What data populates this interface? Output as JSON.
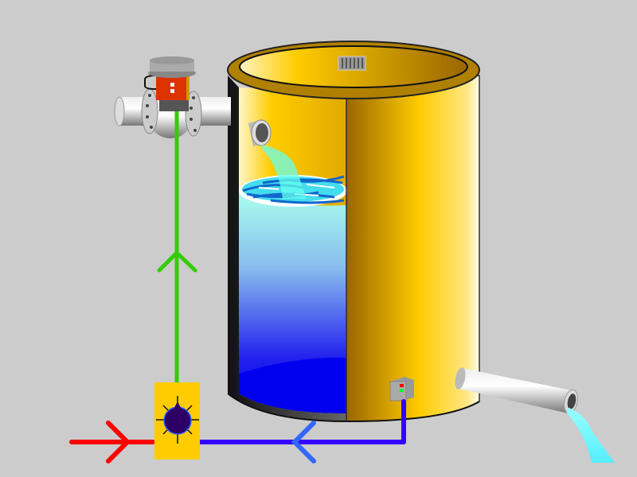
{
  "diagram": {
    "type": "tank-process-schematic",
    "colors": {
      "background": "#cccccc",
      "tank_gold": "#ffcc00",
      "tank_dark_gold": "#996600",
      "water_top": "#aaffee",
      "water_bottom": "#0000ee",
      "inlet_line": "#ff0000",
      "return_line": "#3300ff",
      "return_arrow": "#3366ff",
      "supply_line": "#33cc00",
      "pump_box": "#ffcc00",
      "pump_body": "#2d0066",
      "valve_actuator": "#dd3300"
    },
    "tank_level_fraction": 0.72,
    "flows": [
      {
        "name": "inlet",
        "direction": "right"
      },
      {
        "name": "return",
        "direction": "left"
      },
      {
        "name": "supply",
        "direction": "up"
      }
    ]
  }
}
